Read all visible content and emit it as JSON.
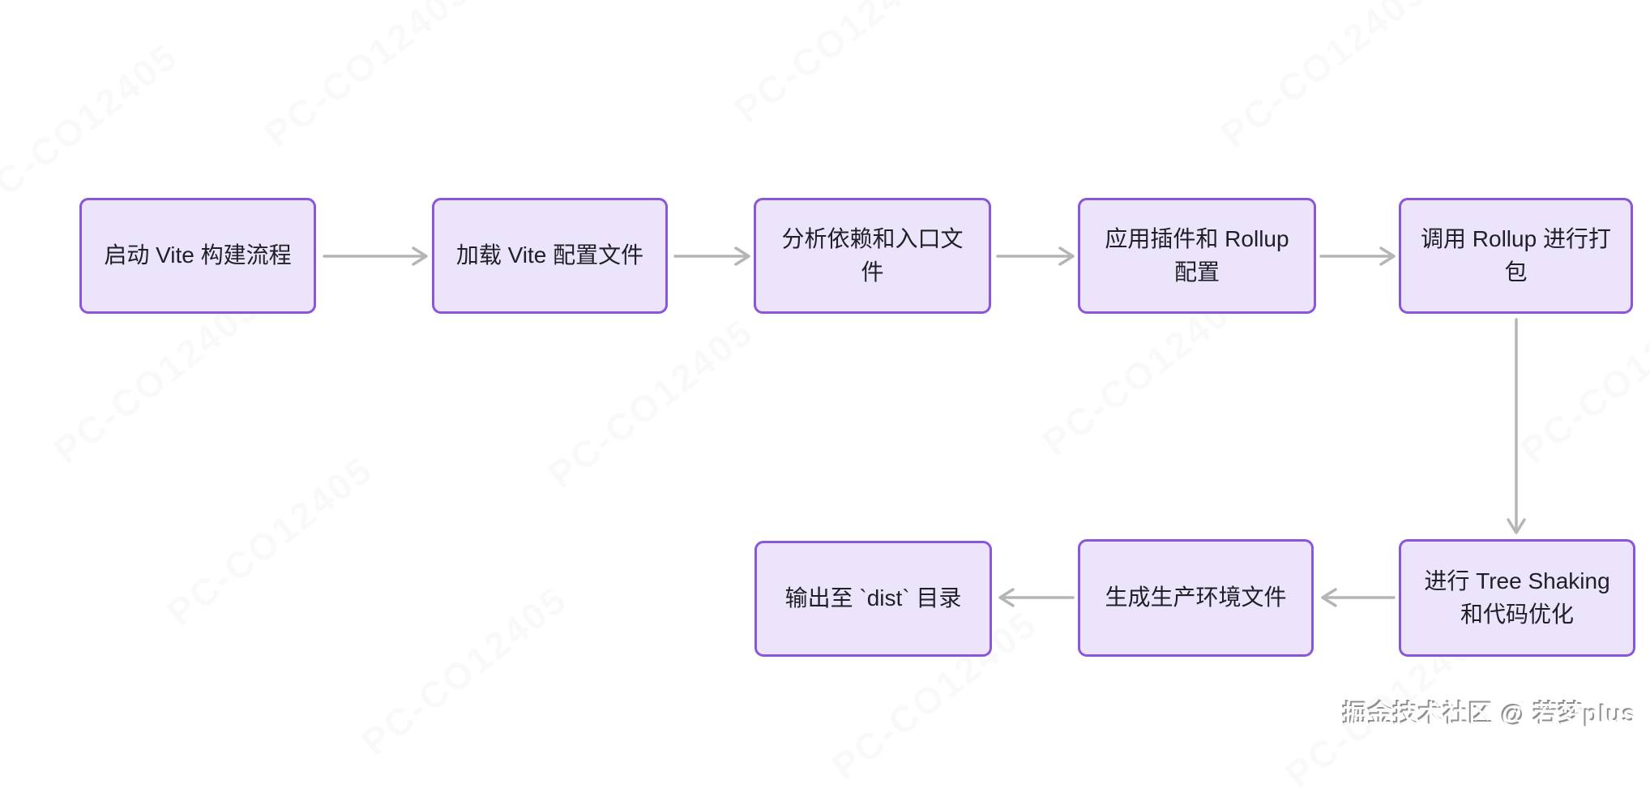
{
  "diagram": {
    "type": "flowchart",
    "topic": "Vite build process",
    "nodes": [
      {
        "id": "start-build",
        "label": "启动 Vite 构建流程"
      },
      {
        "id": "load-config",
        "label": "加载 Vite 配置文件"
      },
      {
        "id": "analyze-deps",
        "label": "分析依赖和入口文件"
      },
      {
        "id": "apply-plugins",
        "label": "应用插件和 Rollup 配置"
      },
      {
        "id": "invoke-rollup",
        "label": "调用 Rollup 进行打包"
      },
      {
        "id": "tree-shaking",
        "label": "进行 Tree Shaking 和代码优化"
      },
      {
        "id": "generate-files",
        "label": "生成生产环境文件"
      },
      {
        "id": "output-dist",
        "label": "输出至 `dist` 目录"
      }
    ],
    "edges": [
      {
        "from": "启动 Vite 构建流程",
        "to": "加载 Vite 配置文件",
        "direction": "right"
      },
      {
        "from": "加载 Vite 配置文件",
        "to": "分析依赖和入口文件",
        "direction": "right"
      },
      {
        "from": "分析依赖和入口文件",
        "to": "应用插件和 Rollup 配置",
        "direction": "right"
      },
      {
        "from": "应用插件和 Rollup 配置",
        "to": "调用 Rollup 进行打包",
        "direction": "right"
      },
      {
        "from": "调用 Rollup 进行打包",
        "to": "进行 Tree Shaking 和代码优化",
        "direction": "down"
      },
      {
        "from": "进行 Tree Shaking 和代码优化",
        "to": "生成生产环境文件",
        "direction": "left"
      },
      {
        "from": "生成生产环境文件",
        "to": "输出至 `dist` 目录",
        "direction": "left"
      }
    ]
  },
  "colors": {
    "background": "#ffffff",
    "node_fill": "#ece4fa",
    "node_border": "#8a56db",
    "node_text": "#1f1f28",
    "arrow": "#b5b5b5"
  },
  "watermark": {
    "diagonal_text": "PC-CO12405"
  },
  "credit": {
    "text": "掘金技术社区 @ 若梦plus"
  }
}
